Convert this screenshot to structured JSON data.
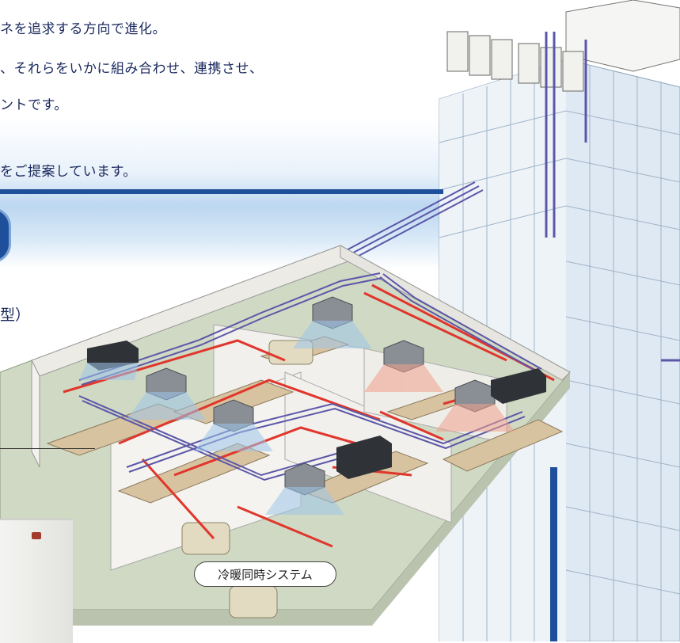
{
  "intro": {
    "line1": "ネを追求する方向で進化。",
    "line2": "、それらをいかに組み合わせ、連携させ、",
    "line3": "ントです。",
    "line4": "をご提案しています。"
  },
  "type_label": "型）",
  "system_label": "冷暖同時システム",
  "colors": {
    "brand_blue": "#1d4f9b",
    "refrigerant_pipe": "#e0362c",
    "duct_pipe": "#5b57a8"
  }
}
